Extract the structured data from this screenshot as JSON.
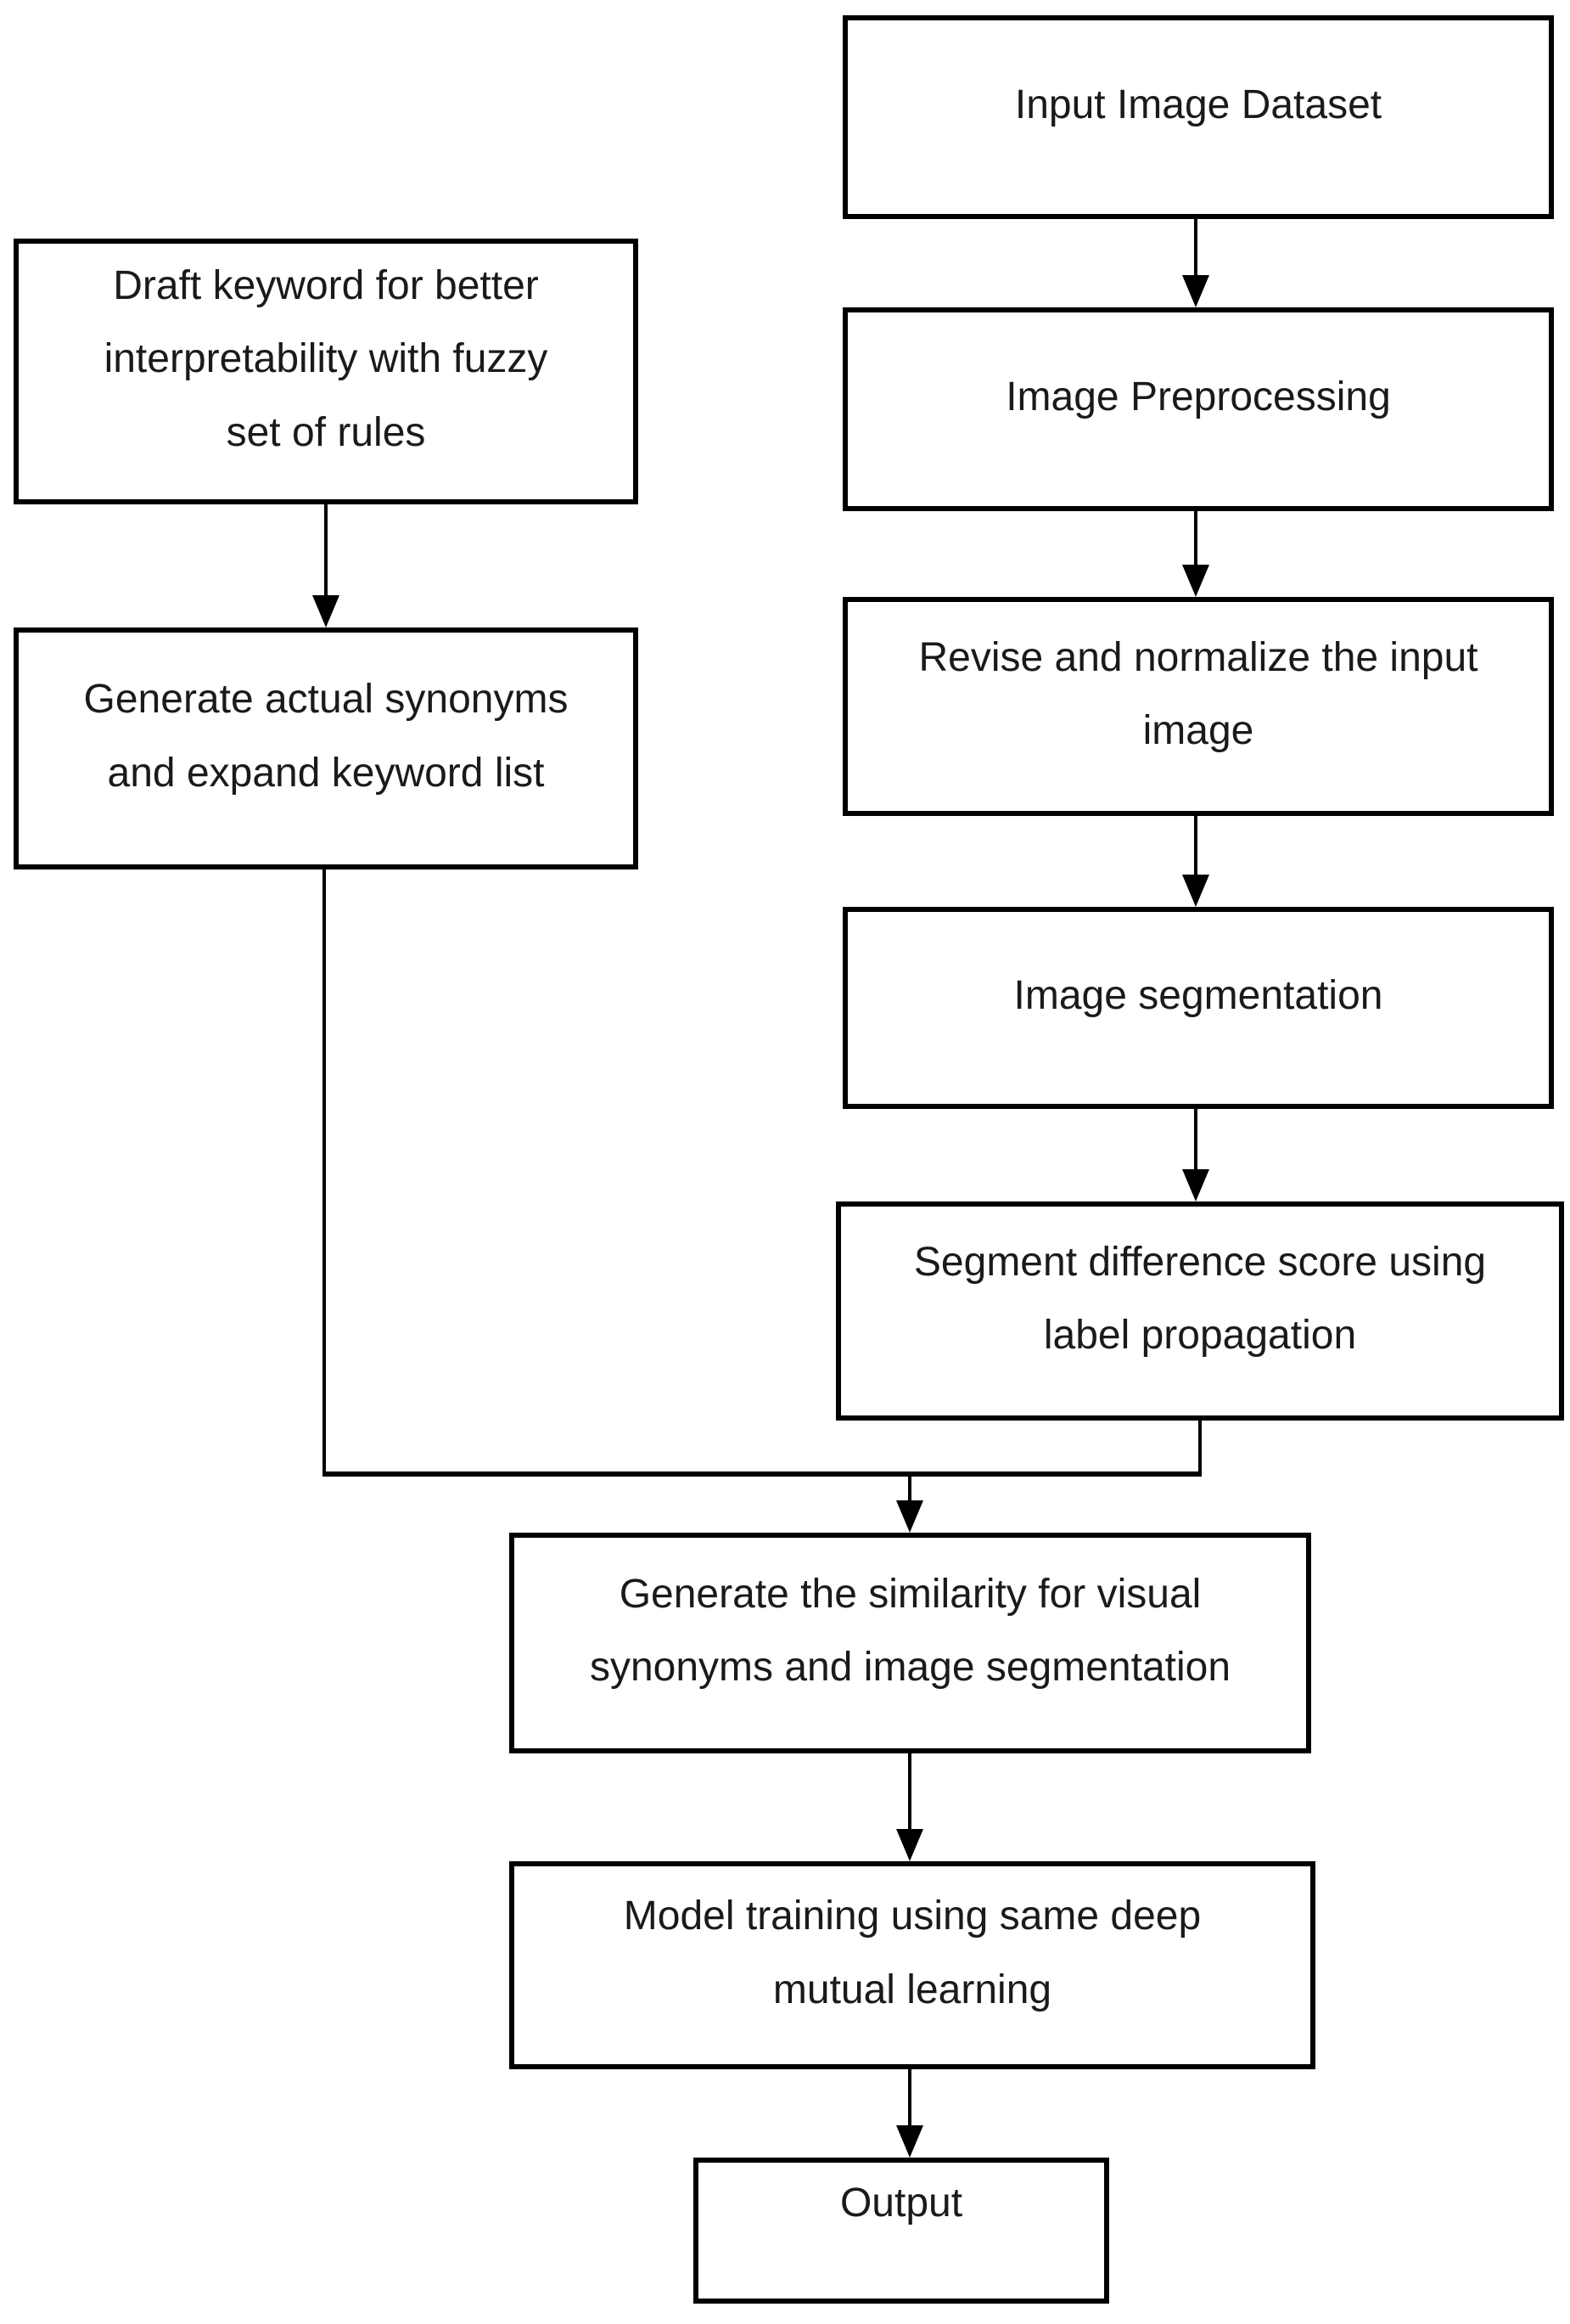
{
  "diagram": {
    "type": "flowchart",
    "colors": {
      "background": "#ffffff",
      "box_border": "#000000",
      "box_fill": "#ffffff",
      "connector": "#000000",
      "text": "#1a1a1a"
    },
    "nodes": [
      {
        "id": "input-image-dataset",
        "label": "Input Image Dataset"
      },
      {
        "id": "image-preprocessing",
        "label": "Image Preprocessing"
      },
      {
        "id": "revise-normalize",
        "label": "Revise and normalize the input\nimage"
      },
      {
        "id": "image-segmentation",
        "label": "Image segmentation"
      },
      {
        "id": "segment-difference",
        "label": "Segment difference score using\nlabel propagation"
      },
      {
        "id": "draft-keyword",
        "label": "Draft keyword for better\ninterpretability with fuzzy\nset of rules"
      },
      {
        "id": "generate-synonyms",
        "label": "Generate actual synonyms\nand expand keyword list"
      },
      {
        "id": "generate-similarity",
        "label": "Generate the similarity for visual\nsynonyms and image segmentation"
      },
      {
        "id": "model-training",
        "label": "Model training using same deep\nmutual learning"
      },
      {
        "id": "output",
        "label": "Output"
      }
    ],
    "edges": [
      {
        "from": "input-image-dataset",
        "to": "image-preprocessing"
      },
      {
        "from": "image-preprocessing",
        "to": "revise-normalize"
      },
      {
        "from": "revise-normalize",
        "to": "image-segmentation"
      },
      {
        "from": "image-segmentation",
        "to": "segment-difference"
      },
      {
        "from": "draft-keyword",
        "to": "generate-synonyms"
      },
      {
        "from": "generate-synonyms",
        "to": "generate-similarity"
      },
      {
        "from": "segment-difference",
        "to": "generate-similarity"
      },
      {
        "from": "generate-similarity",
        "to": "model-training"
      },
      {
        "from": "model-training",
        "to": "output"
      }
    ]
  }
}
